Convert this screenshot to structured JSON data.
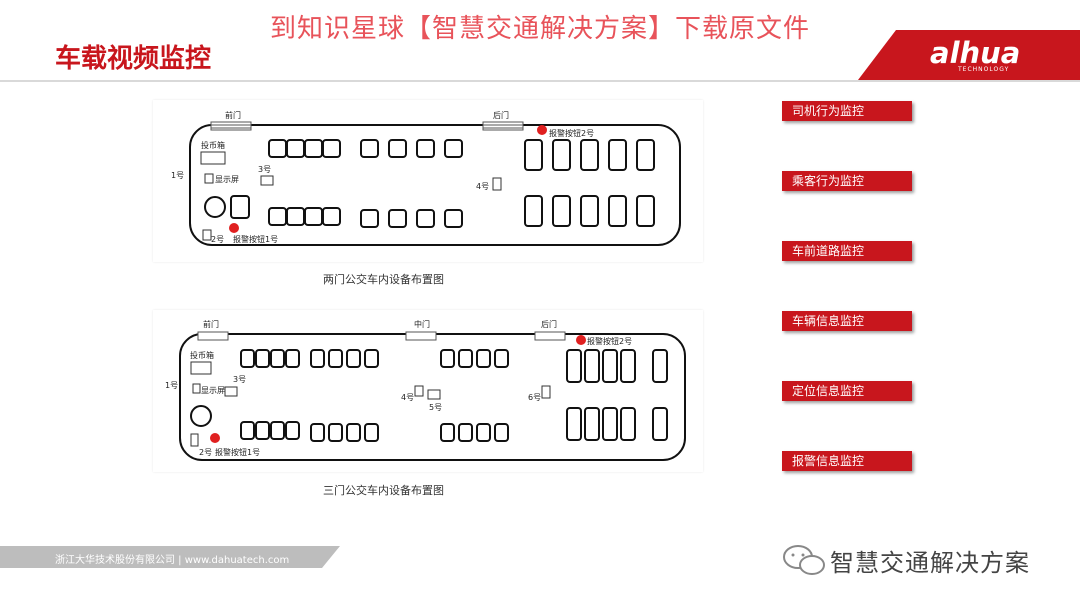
{
  "banner": "到知识星球【智慧交通解决方案】下载原文件",
  "title": "车载视频监控",
  "logo": {
    "text": "alhua",
    "subtext": "TECHNOLOGY"
  },
  "diagram1": {
    "caption": "两门公交车内设备布置图",
    "labels": {
      "front_door": "前门",
      "rear_door": "后门",
      "coin_box": "投币箱",
      "display": "显示屏",
      "cam1": "1号",
      "cam2": "2号",
      "cam3": "3号",
      "cam4": "4号",
      "alarm1": "报警按钮1号",
      "alarm2": "报警按钮2号"
    }
  },
  "diagram2": {
    "caption": "三门公交车内设备布置图",
    "labels": {
      "front_door": "前门",
      "middle_door": "中门",
      "rear_door": "后门",
      "coin_box": "投币箱",
      "display": "显示屏",
      "cam1": "1号",
      "cam2": "2号",
      "cam3": "3号",
      "cam4": "4号",
      "cam5": "5号",
      "cam6": "6号",
      "alarm1": "报警按钮1号",
      "alarm2": "报警按钮2号"
    }
  },
  "buttons": [
    "司机行为监控",
    "乘客行为监控",
    "车前道路监控",
    "车辆信息监控",
    "定位信息监控",
    "报警信息监控"
  ],
  "footer": {
    "text": "浙江大华技术股份有限公司 | www.dahuatech.com"
  },
  "wechat": {
    "text": "智慧交通解决方案"
  },
  "colors": {
    "brand_red": "#c8161d",
    "banner_red": "#e8535a",
    "alarm_dot": "#e02020"
  }
}
